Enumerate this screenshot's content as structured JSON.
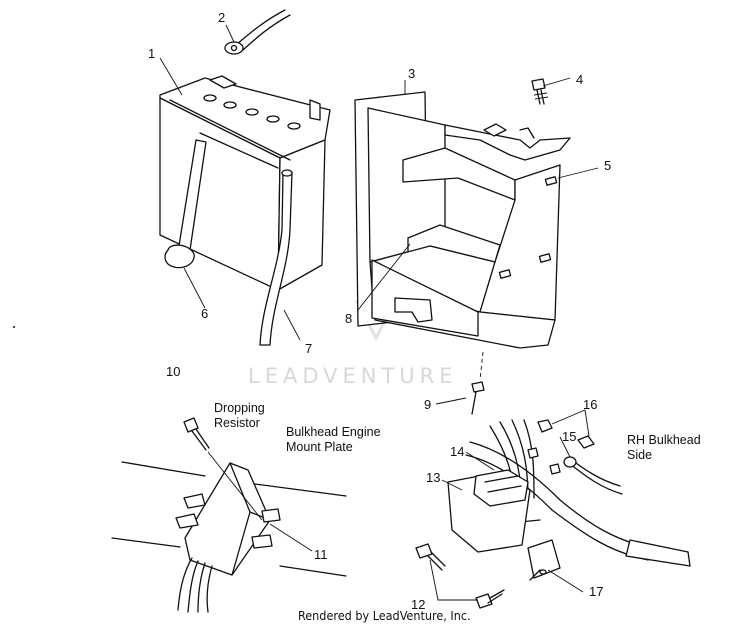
{
  "callouts": {
    "c1": "1",
    "c2": "2",
    "c3": "3",
    "c4": "4",
    "c5": "5",
    "c6": "6",
    "c7": "7",
    "c8": "8",
    "c9": "9",
    "c10": "10",
    "c11": "11",
    "c12": "12",
    "c13": "13",
    "c14": "14",
    "c15": "15",
    "c16": "16",
    "c17": "17"
  },
  "labels": {
    "dropping_resistor_line1": "Dropping",
    "dropping_resistor_line2": "Resistor",
    "bulkhead_line1": "Bulkhead Engine",
    "bulkhead_line2": "Mount Plate",
    "rh_bulkhead_line1": "RH Bulkhead",
    "rh_bulkhead_line2": "Side"
  },
  "watermark": "LEADVENTURE",
  "credit": "Rendered by LeadVenture, Inc."
}
